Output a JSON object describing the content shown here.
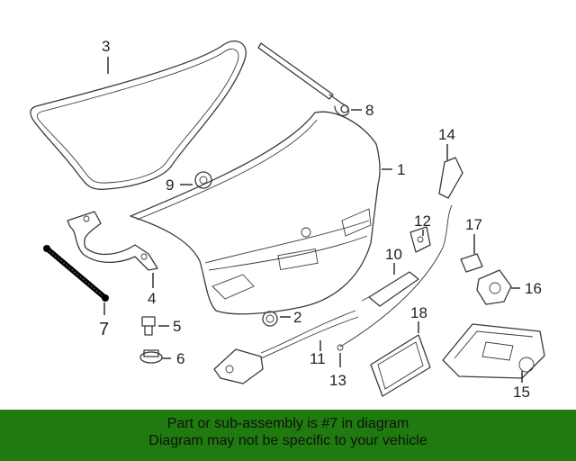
{
  "callouts": {
    "c1": "1",
    "c2": "2",
    "c3": "3",
    "c4": "4",
    "c5": "5",
    "c6": "6",
    "c7": "7",
    "c8": "8",
    "c9": "9",
    "c10": "10",
    "c11": "11",
    "c12": "12",
    "c13": "13",
    "c14": "14",
    "c15": "15",
    "c16": "16",
    "c17": "17",
    "c18": "18"
  },
  "footer": {
    "line1": "Part or sub-assembly is #7 in diagram",
    "line2": "Diagram may not be specific to your vehicle"
  },
  "colors": {
    "footer_bg": "#1f7a10",
    "highlight_part": "#000000"
  }
}
